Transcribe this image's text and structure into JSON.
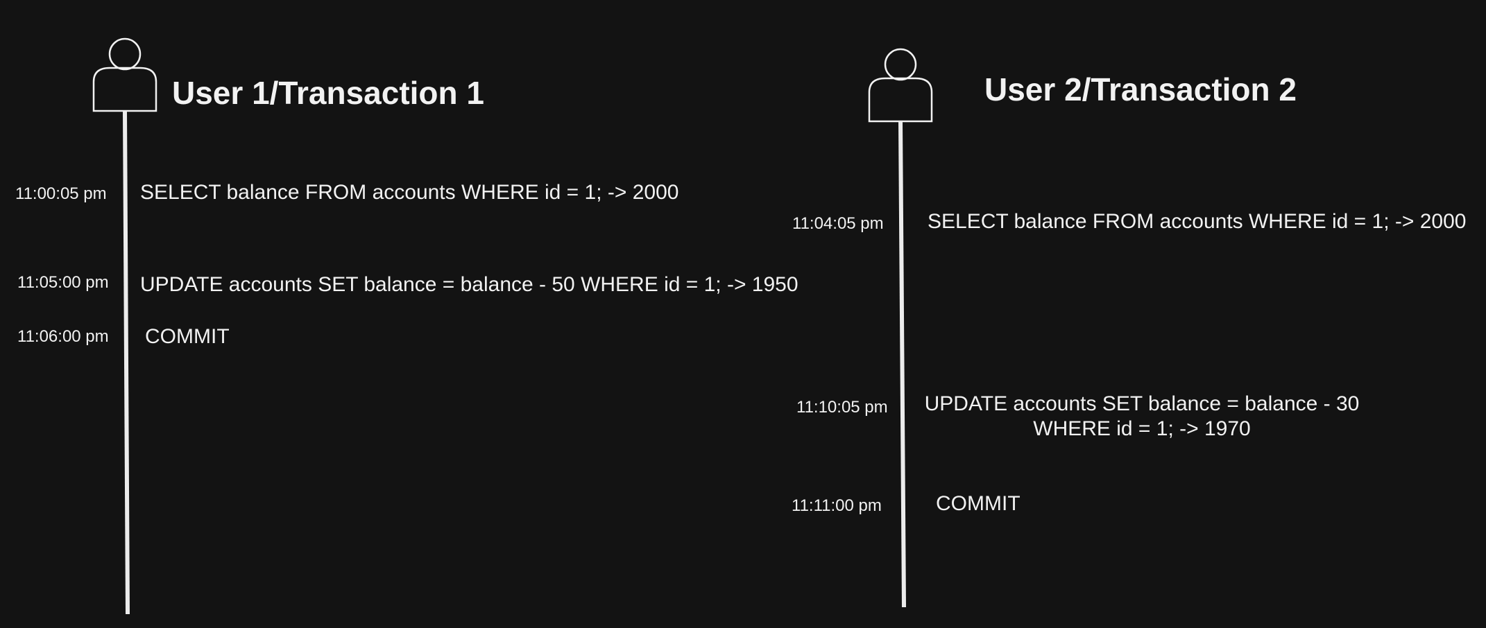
{
  "lanes": [
    {
      "title": "User 1/Transaction 1",
      "events": [
        {
          "time": "11:00:05 pm",
          "statement": "SELECT balance FROM accounts WHERE id = 1; -> 2000"
        },
        {
          "time": "11:05:00 pm",
          "statement": "UPDATE accounts SET balance = balance - 50 WHERE id = 1; -> 1950"
        },
        {
          "time": "11:06:00 pm",
          "statement": "COMMIT"
        }
      ]
    },
    {
      "title": "User 2/Transaction 2",
      "events": [
        {
          "time": "11:04:05 pm",
          "statement": "SELECT balance FROM accounts WHERE id = 1; -> 2000"
        },
        {
          "time": "11:10:05 pm",
          "statement_line1": "UPDATE accounts SET balance = balance - 30",
          "statement_line2": "WHERE id = 1; -> 1970"
        },
        {
          "time": "11:11:00 pm",
          "statement": "COMMIT"
        }
      ]
    }
  ],
  "icons": [
    "user-icon",
    "user-icon"
  ],
  "colors": {
    "background": "#131313",
    "foreground": "#f2f2f2"
  }
}
